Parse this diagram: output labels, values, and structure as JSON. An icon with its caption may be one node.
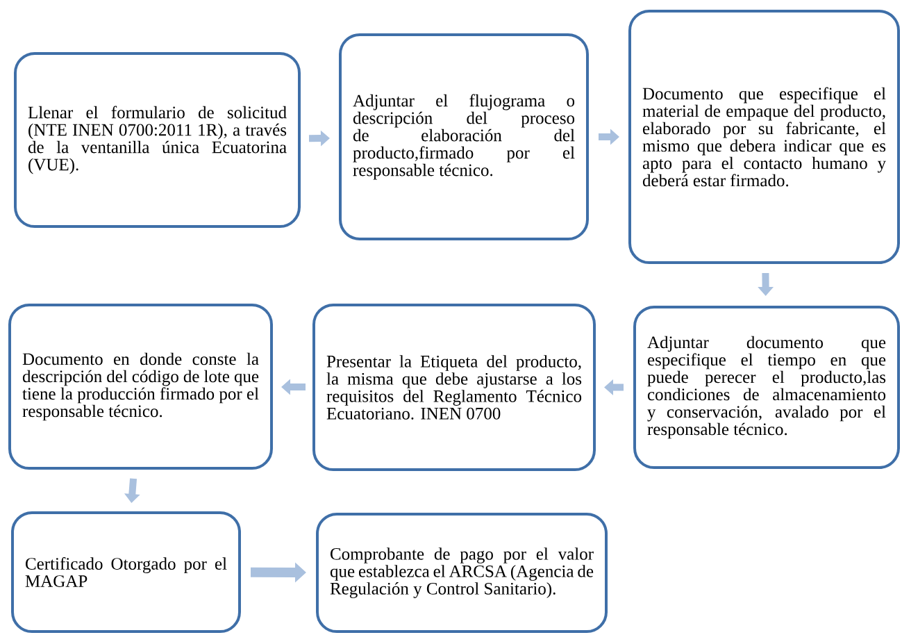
{
  "diagram": {
    "nodes": [
      {
        "text": [
          "Llenar el formulario de solicitud (NTE INEN 0700:2011 1R), a través de la ventanilla única Ecuatorina (VUE)."
        ]
      },
      {
        "text": [
          "Adjuntar el flujograma o descripción del proceso de elaboración del producto,firmado por el responsable técnico."
        ]
      },
      {
        "text": [
          "Documento que especifique el material de empaque del producto, elaborado por su fabricante, el mismo que debera indicar que es apto para el contacto humano y deberá estar firmado."
        ]
      },
      {
        "text": [
          "Adjuntar documento que especifique el tiempo en que puede perecer el producto,las condiciones de almacenamiento y conservación, avalado por el responsable técnico."
        ]
      },
      {
        "text": [
          "Presentar la Etiqueta del producto, la misma que debe ajustarse a los requisitos del Reglamento Técnico Ecuatoriano. INEN 0700"
        ]
      },
      {
        "text": [
          "Documento en donde conste la descripción del código de lote que tiene la producción firmado por el responsable técnico."
        ]
      },
      {
        "text": [
          "Certificado Otorgado por el MAGAP"
        ]
      },
      {
        "text": [
          "Comprobante de pago por el valor que establezca el ARCSA (Agencia de Regulación y Control Sanitario)."
        ]
      }
    ],
    "edges": [
      {
        "from": 0,
        "to": 1,
        "arrow": "to"
      },
      {
        "from": 1,
        "to": 2,
        "arrow": "to"
      },
      {
        "from": 2,
        "to": 3,
        "arrow": "to"
      },
      {
        "from": 3,
        "to": 4,
        "arrow": "to"
      },
      {
        "from": 4,
        "to": 5,
        "arrow": "to"
      },
      {
        "from": 5,
        "to": 6,
        "arrow": "to"
      },
      {
        "from": 6,
        "to": 7,
        "arrow": "to"
      }
    ]
  }
}
